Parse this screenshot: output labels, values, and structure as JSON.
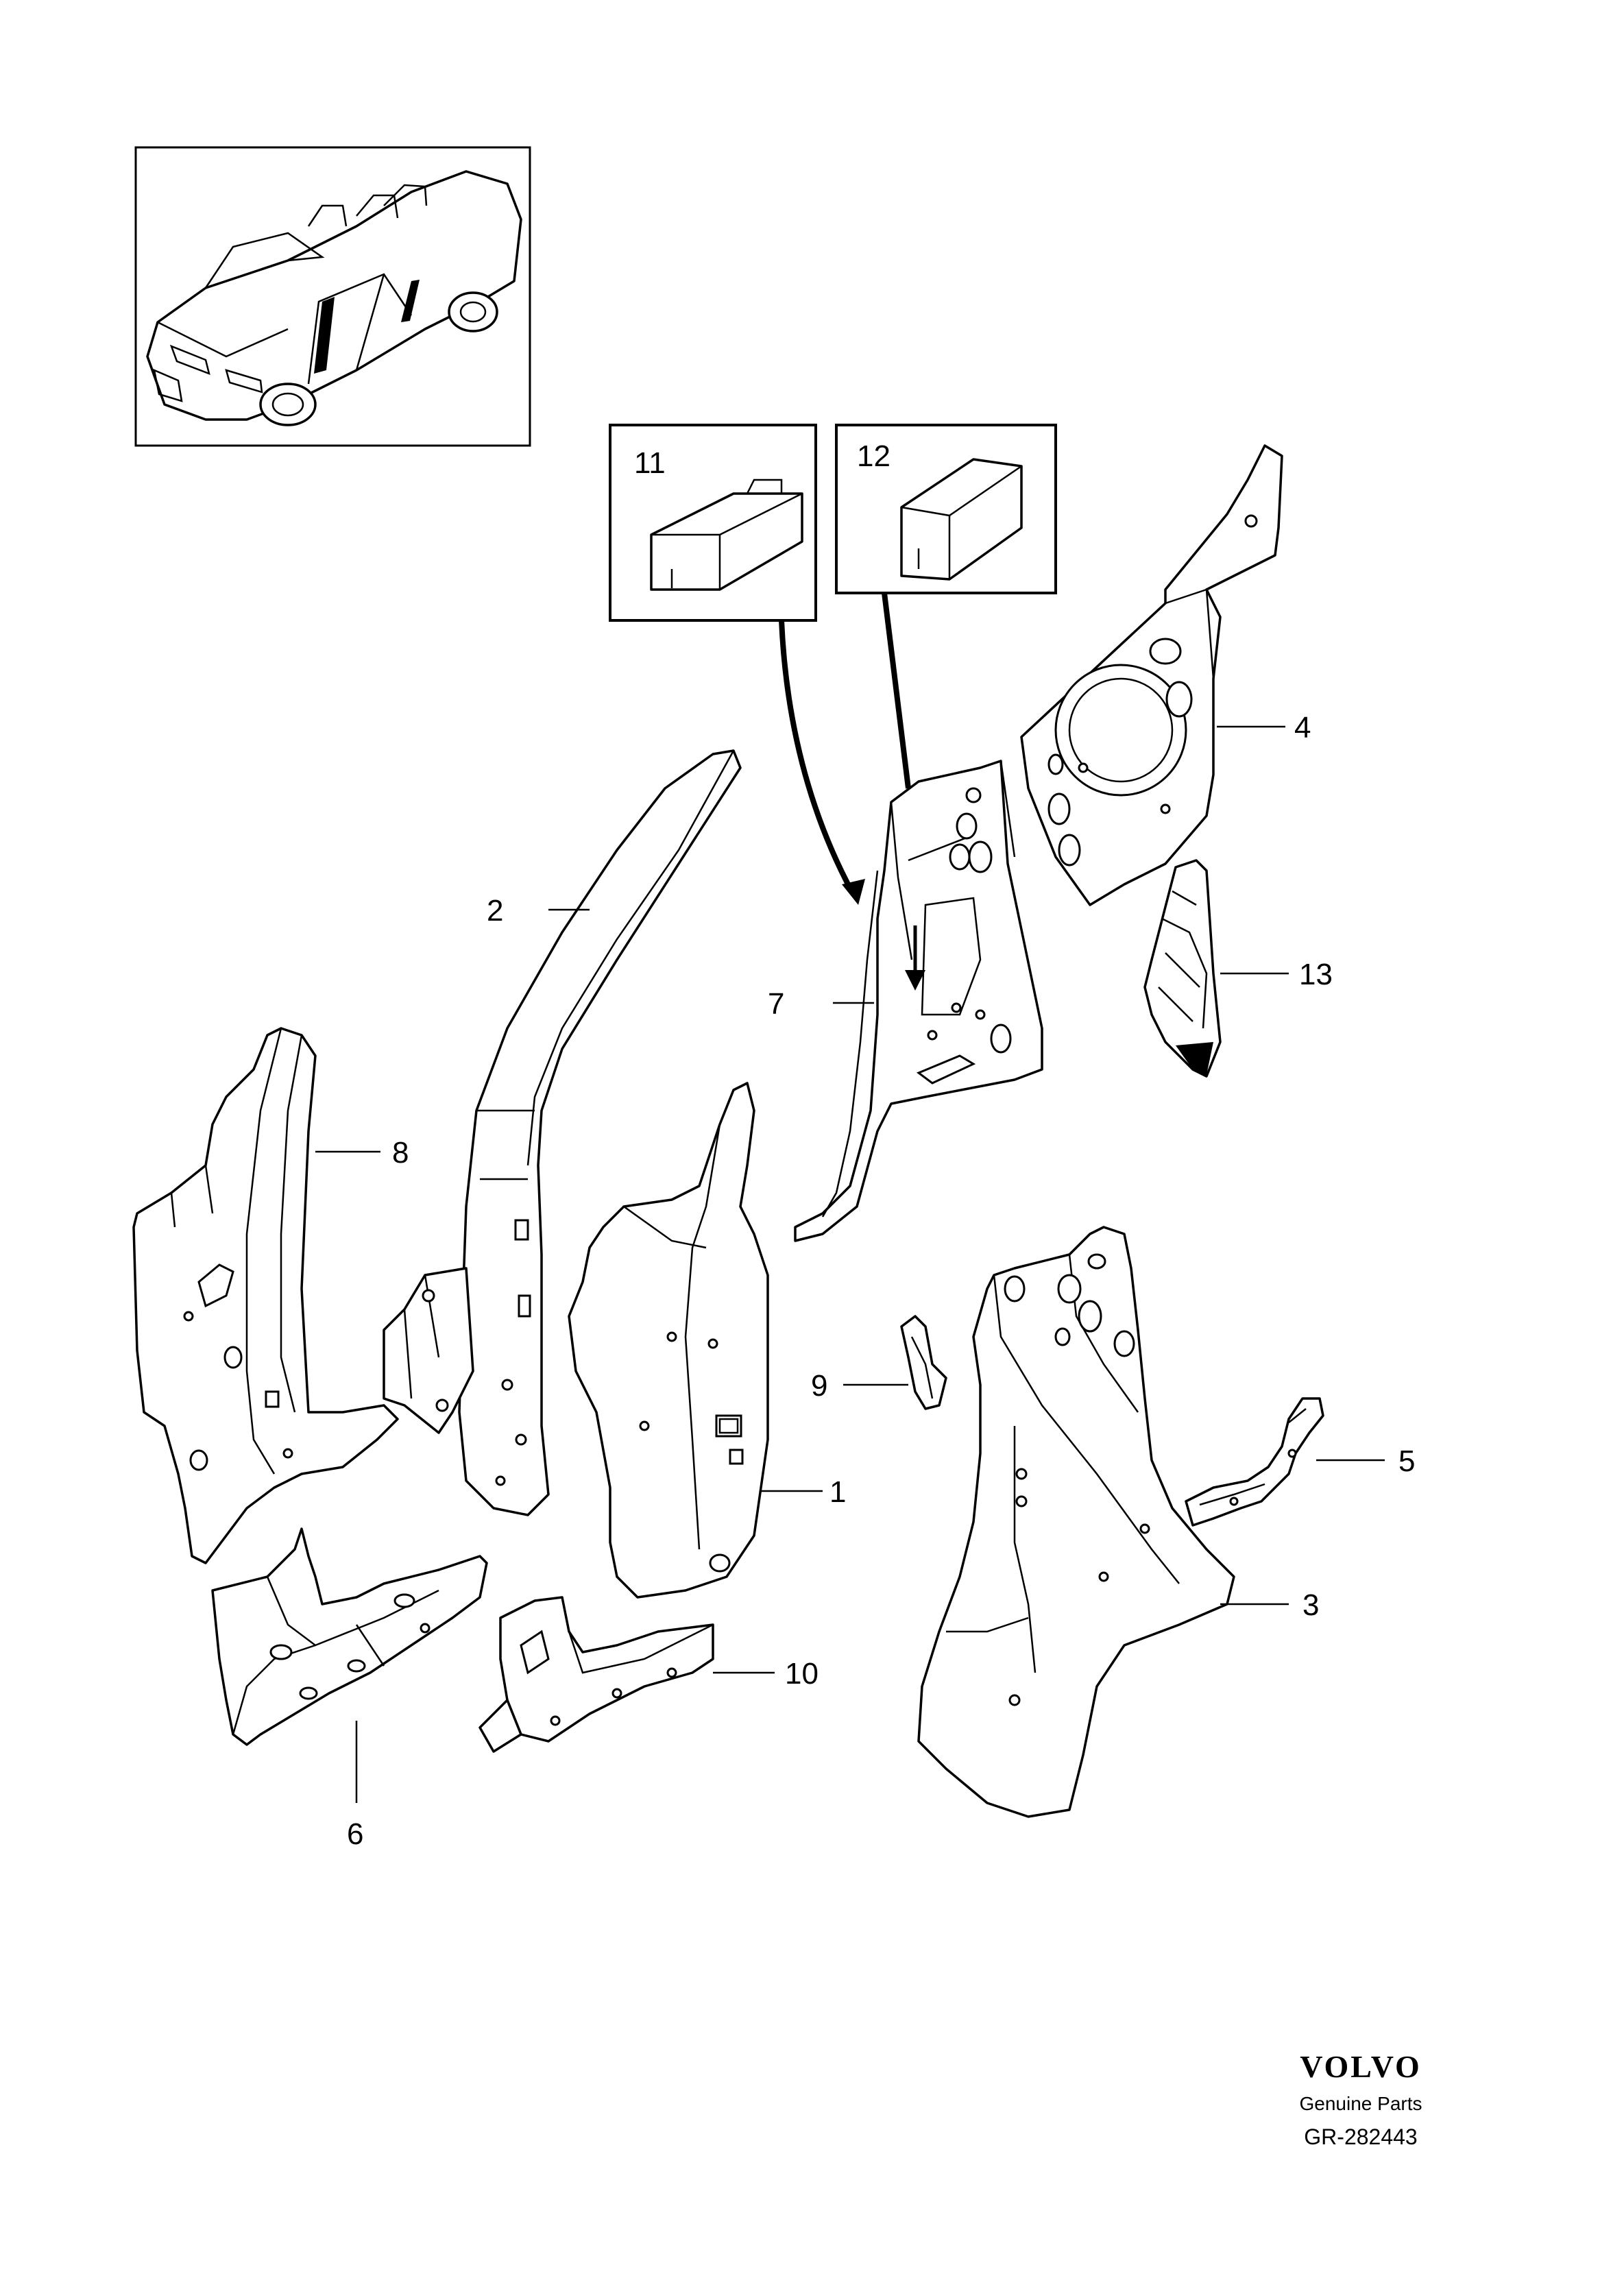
{
  "callouts": {
    "p1": "1",
    "p2": "2",
    "p3": "3",
    "p4": "4",
    "p5": "5",
    "p6": "6",
    "p7": "7",
    "p8": "8",
    "p9": "9",
    "p10": "10",
    "p11": "11",
    "p12": "12",
    "p13": "13"
  },
  "brand": {
    "logo": "VOLVO",
    "subtitle": "Genuine Parts",
    "code": "GR-282443"
  }
}
